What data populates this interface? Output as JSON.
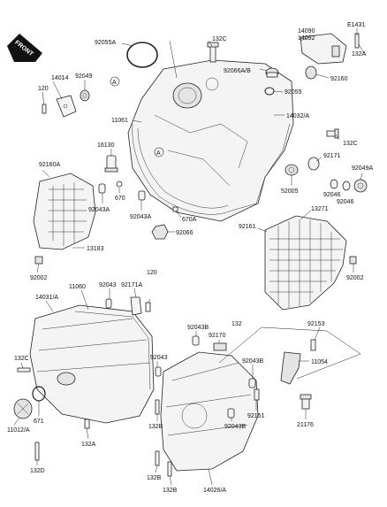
{
  "diagram": {
    "front_label": "FRONT",
    "labels": {
      "l_92055A": "92055A",
      "l_132c_top": "132C",
      "l_14090": "14090",
      "l_14092": "14092",
      "l_e1431": "E1431",
      "l_132a_top": "132A",
      "l_14014": "14014",
      "l_92049": "92049",
      "l_120_left": "120",
      "l_a1": "A",
      "l_92066ab": "92066A/B",
      "l_92055": "92055",
      "l_92160": "92160",
      "l_11061": "11061",
      "l_14032a": "14032/A",
      "l_16130": "16130",
      "l_a2": "A",
      "l_132c_right": "132C",
      "l_92171": "92171",
      "l_92049a": "92049A",
      "l_92160a": "92160A",
      "l_670": "670",
      "l_52005": "52005",
      "l_92046a": "92046",
      "l_92046b": "92046",
      "l_92043a_left": "92043A",
      "l_92043a_mid": "92043A",
      "l_670a": "670A",
      "l_13271": "13271",
      "l_92066": "92066",
      "l_92161": "92161",
      "l_13183": "13183",
      "l_92002_left": "92002",
      "l_92002_right": "92002",
      "l_14031a": "14031/A",
      "l_11060": "11060",
      "l_92043_top": "92043",
      "l_92171a": "92171A",
      "l_120_mid": "120",
      "l_92043b_a": "92043B",
      "l_132_mid": "132",
      "l_92153": "92153",
      "l_92170": "92170",
      "l_132c_left": "132C",
      "l_92043_mid": "92043",
      "l_92043b_b": "92043B",
      "l_11054": "11054",
      "l_92151": "92151",
      "l_21176": "21176",
      "l_671": "671",
      "l_11012a": "11012/A",
      "l_132b_a": "132B",
      "l_92043b_c": "92043B",
      "l_132a_low": "132A",
      "l_132d": "132D",
      "l_132b_b": "132B",
      "l_132b_c": "132B",
      "l_14026a": "14026/A"
    }
  }
}
